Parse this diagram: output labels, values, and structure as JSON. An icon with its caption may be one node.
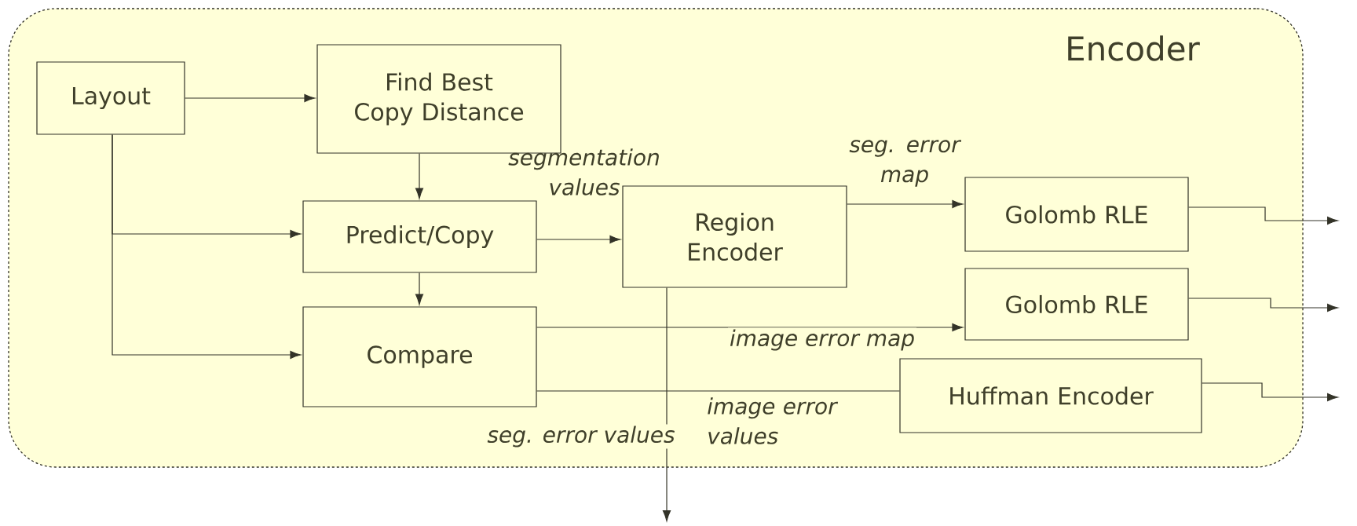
{
  "diagram": {
    "nodes": [
      {
        "text": [
          "Encoder"
        ]
      },
      {
        "text": [
          "Layout"
        ],
        "in": 0
      },
      {
        "text": [
          "Find Best Copy Distance"
        ],
        "in": 0
      },
      {
        "text": [
          "Predict/Copy"
        ],
        "in": 0
      },
      {
        "text": [
          "Compare"
        ],
        "in": 0
      },
      {
        "text": [
          "Region Encoder"
        ],
        "in": 0
      },
      {
        "text": [
          "Golomb RLE"
        ],
        "in": 0
      },
      {
        "text": [
          "Golomb RLE"
        ],
        "in": 0
      },
      {
        "text": [
          "Huffman Encoder"
        ],
        "in": 0
      }
    ],
    "edges": [
      {
        "from": 1,
        "to": 2,
        "arrow": "to"
      },
      {
        "from": 2,
        "to": 3,
        "arrow": "to"
      },
      {
        "from": 1,
        "to": 3,
        "arrow": "to"
      },
      {
        "from": 1,
        "to": 4,
        "arrow": "to"
      },
      {
        "from": 3,
        "to": 4,
        "arrow": "to"
      },
      {
        "from": 3,
        "to": 5,
        "arrow": "to",
        "label": "segmentation values"
      },
      {
        "from": 5,
        "to": 6,
        "arrow": "to",
        "label": "seg. error map"
      },
      {
        "from": 4,
        "to": 7,
        "arrow": "to",
        "label": "image error map"
      },
      {
        "from": 4,
        "to": 8,
        "arrow": "none",
        "label": "image error values"
      },
      {
        "from": 5,
        "to": null,
        "arrow": "to",
        "label": "seg. error values"
      },
      {
        "from": 6,
        "to": null,
        "arrow": "to"
      },
      {
        "from": 7,
        "to": null,
        "arrow": "to"
      },
      {
        "from": 8,
        "to": null,
        "arrow": "to"
      }
    ]
  }
}
